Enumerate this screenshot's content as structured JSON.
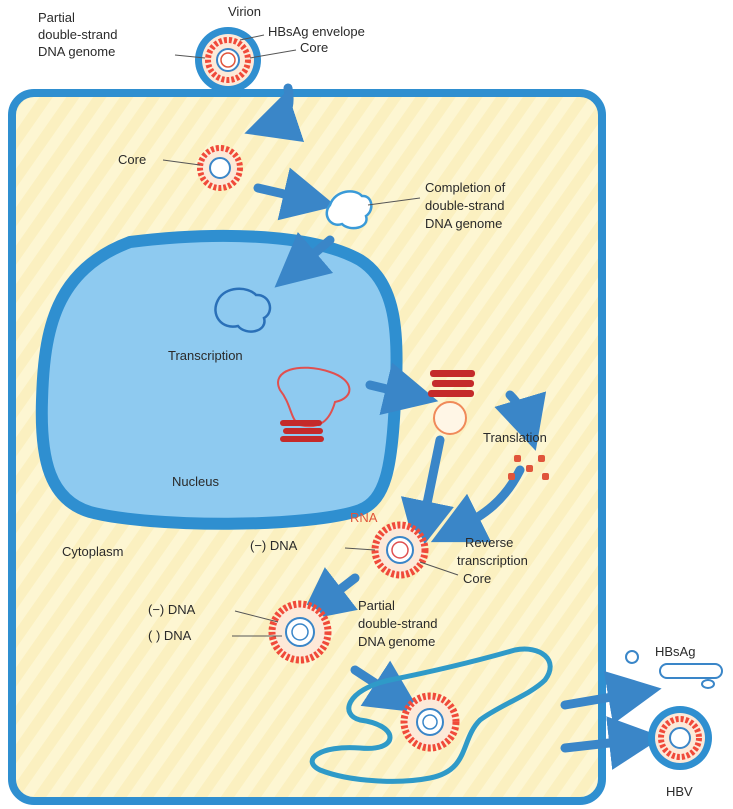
{
  "labels": {
    "partial_top_1": "Partial",
    "partial_top_2": "double-strand",
    "partial_top_3": "DNA genome",
    "virion": "Virion",
    "hbsag_envelope": "HBsAg envelope",
    "core_top": "Core",
    "core_cell": "Core",
    "completion_1": "Completion of",
    "completion_2": "double-strand",
    "completion_3": "DNA genome",
    "transcription": "Transcription",
    "translation": "Translation",
    "nucleus": "Nucleus",
    "cytoplasm": "Cytoplasm",
    "rna": "RNA",
    "minus_dna_1": "(−) DNA",
    "reverse_1": "Reverse",
    "reverse_2": "transcription",
    "core_mid": "Core",
    "minus_dna_2": "(−) DNA",
    "plus_dna": "(  ) DNA",
    "partial_bottom_1": "Partial",
    "partial_bottom_2": "double-strand",
    "partial_bottom_3": "DNA genome",
    "hbsag_right": "HBsAg",
    "hbv": "HBV"
  },
  "colors": {
    "membrane": "#2f8fd0",
    "nucleus_fill": "#8ecaf0",
    "cytoplasm_fill": "#fdf3c4",
    "rna_red": "#d83a2a",
    "spike_red": "#f04a3a",
    "arrow": "#3a86c8"
  }
}
